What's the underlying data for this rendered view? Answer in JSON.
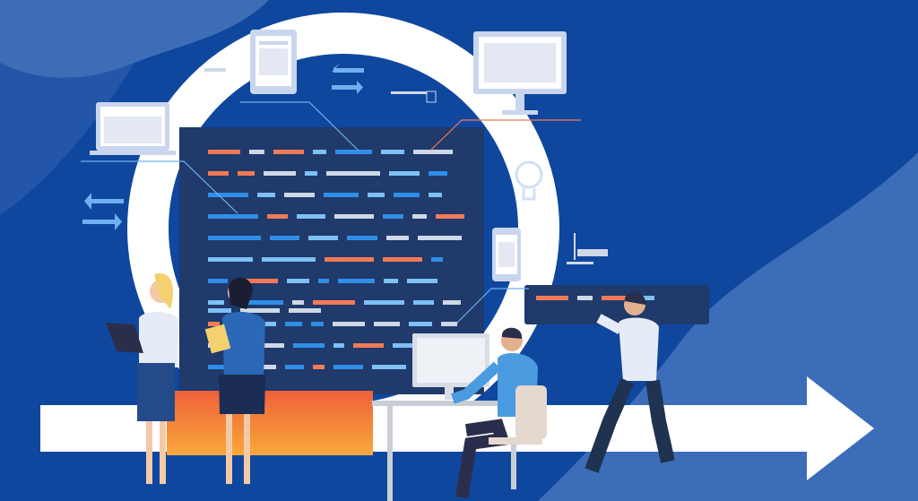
{
  "illustration": {
    "colors": {
      "background": "#0f479f",
      "blob_light": "#3c6db8",
      "ring": "#ffffff",
      "code_panel": "#1f3a6b",
      "accent_orange": "#f47a55",
      "accent_blue": "#2f8fe8",
      "code_light": "#cfd8e6",
      "arrow": "#ffffff",
      "platform_top": "#f06a3c",
      "platform_bottom": "#f7a23a"
    },
    "icons": [
      "tablet-icon",
      "laptop-icon",
      "monitor-icon",
      "smartphone-icon",
      "lightbulb-icon",
      "swap-arrows-icon",
      "desktop-computer-icon"
    ],
    "figures": [
      "woman-with-laptop",
      "woman-with-folder",
      "man-at-desk",
      "man-presenting"
    ]
  }
}
